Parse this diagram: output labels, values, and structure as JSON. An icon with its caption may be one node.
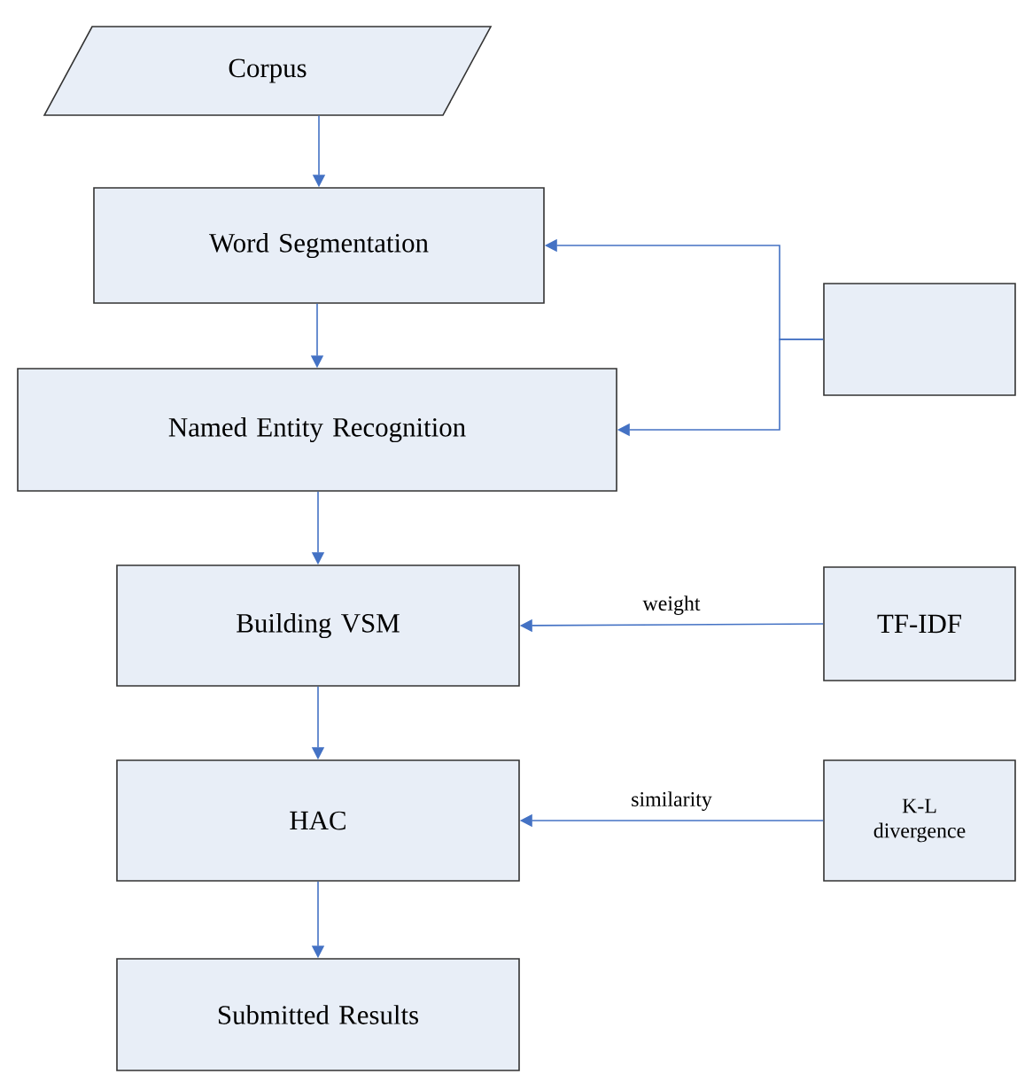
{
  "diagram": {
    "nodes": [
      {
        "text": [
          "Corpus"
        ]
      },
      {
        "text": [
          "Word Segmentation"
        ]
      },
      {
        "text": [
          "Named Entity Recognition"
        ]
      },
      {
        "text": [
          "Building VSM"
        ]
      },
      {
        "text": [
          "HAC"
        ]
      },
      {
        "text": [
          "Submitted Results"
        ]
      },
      {
        "text": [],
        "shape": "box"
      },
      {
        "text": [
          "TF-IDF"
        ]
      },
      {
        "text": [
          "K-L divergence"
        ]
      }
    ],
    "edges": [
      {
        "from": 0,
        "to": 1,
        "arrow": "to"
      },
      {
        "from": 1,
        "to": 2,
        "arrow": "to"
      },
      {
        "from": 2,
        "to": 3,
        "arrow": "to"
      },
      {
        "from": 3,
        "to": 4,
        "arrow": "to"
      },
      {
        "from": 4,
        "to": 5,
        "arrow": "to"
      },
      {
        "from": 6,
        "to": 1,
        "arrow": "to"
      },
      {
        "from": 6,
        "to": 2,
        "arrow": "to"
      },
      {
        "from": 7,
        "to": 3,
        "arrow": "to",
        "label": "weight"
      },
      {
        "from": 8,
        "to": 4,
        "arrow": "to",
        "label": "similarity"
      }
    ]
  }
}
